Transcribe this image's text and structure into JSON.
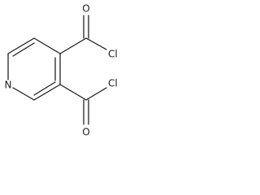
{
  "molecule": {
    "atoms": {
      "nitrogen": "N",
      "oxygen_top": "O",
      "chlorine_top": "Cl",
      "oxygen_bottom": "O",
      "chlorine_bottom": "Cl"
    }
  },
  "colors": {
    "bond": "#1a1a1a",
    "label": "#1a1a1a",
    "background": "#ffffff"
  }
}
